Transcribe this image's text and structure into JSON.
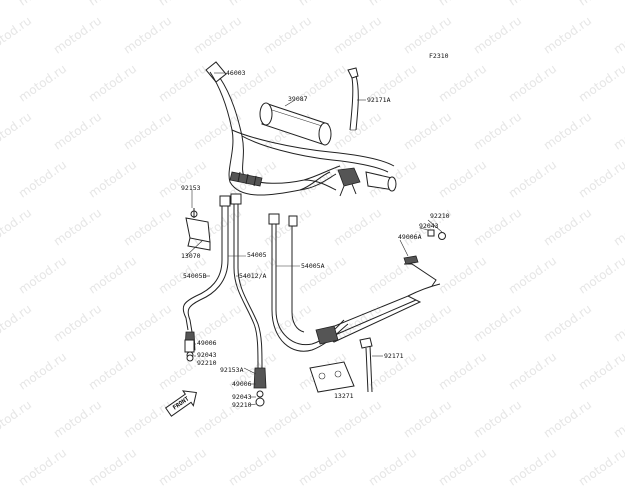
{
  "figure_code": "F2310",
  "watermark": "motod.ru",
  "labels": {
    "p46003": "46003",
    "p39087": "39087",
    "p92171A": "92171A",
    "p92153_top": "92153",
    "p13070": "13070",
    "p54005": "54005",
    "p54005B": "54005B",
    "p54012A": "54012/A",
    "p54005A": "54005A",
    "p92210_right": "92210",
    "p92043_right": "92043",
    "p49006A": "49006A",
    "p49006_left": "49006",
    "p92043_left": "92043",
    "p92210_left": "92210",
    "p92153A": "92153A",
    "p49006_bottom": "49006",
    "p92043_bottom": "92043",
    "p92210_bottom": "92210",
    "p92171": "92171",
    "p13271": "13271",
    "front": "FRONT"
  }
}
